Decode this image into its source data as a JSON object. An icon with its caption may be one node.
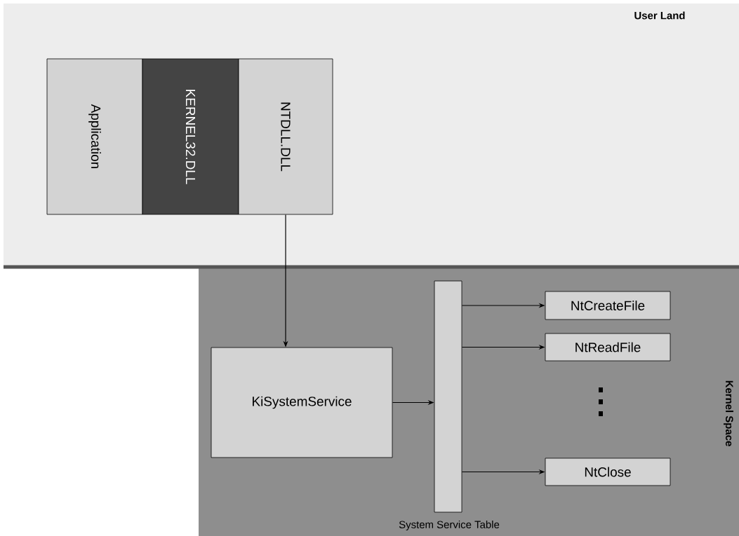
{
  "diagram": {
    "nodes": [
      {
        "text": [
          "User Land"
        ]
      },
      {
        "text": [
          "Application"
        ],
        "in": 0
      },
      {
        "text": [
          "KERNEL32.DLL"
        ],
        "in": 0
      },
      {
        "text": [
          "NTDLL.DLL"
        ],
        "in": 0
      },
      {
        "text": [
          "Kernel Space"
        ]
      },
      {
        "text": [
          "KiSystemService"
        ],
        "in": 4
      },
      {
        "text": [
          "System Service Table"
        ],
        "in": 4
      },
      {
        "text": [
          "NtCreateFile"
        ],
        "in": 4
      },
      {
        "text": [
          "NtReadFile"
        ],
        "in": 4
      },
      {
        "text": [
          "NtClose"
        ],
        "in": 4
      }
    ],
    "edges": [
      {
        "from": 3,
        "to": 5,
        "arrow": "to"
      },
      {
        "from": 5,
        "to": 6,
        "arrow": "to"
      },
      {
        "from": 6,
        "to": 7,
        "arrow": "to"
      },
      {
        "from": 6,
        "to": 8,
        "arrow": "to"
      },
      {
        "from": 6,
        "to": 9,
        "arrow": "to"
      }
    ]
  }
}
